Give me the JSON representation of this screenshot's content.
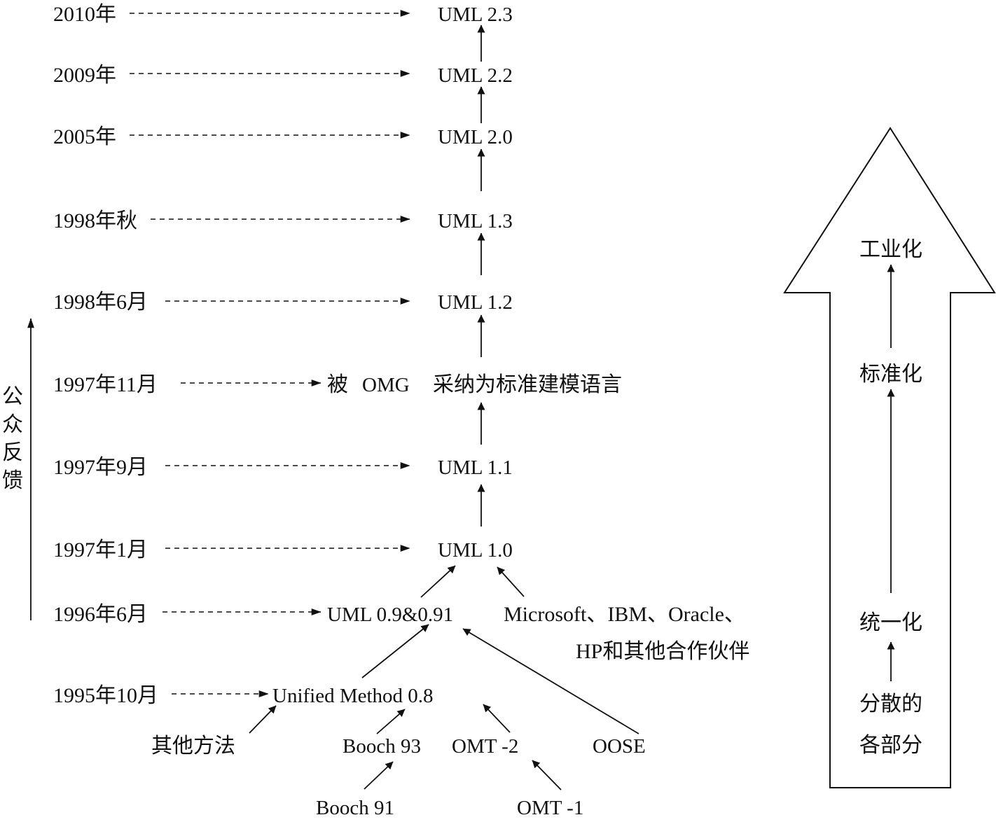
{
  "timeline_years": [
    "2010年",
    "2009年",
    "2005年",
    "1998年秋",
    "1998年6月",
    "1997年11月",
    "1997年9月",
    "1997年1月",
    "1996年6月",
    "1995年10月"
  ],
  "versions": [
    "UML 2.3",
    "UML 2.2",
    "UML 2.0",
    "UML 1.3",
    "UML 1.2",
    "UML 1.1",
    "UML 1.0",
    "UML 0.9&0.91",
    "Unified Method 0.8"
  ],
  "omg_adoption": {
    "prefix": "被",
    "org": "OMG",
    "suffix": "采纳为标准建模语言"
  },
  "partners": {
    "line1": "Microsoft、IBM、Oracle、",
    "line2": "HP和其他合作伙伴"
  },
  "sources": [
    "其他方法",
    "Booch 93",
    "OMT -2",
    "OOSE",
    "Booch 91",
    "OMT -1"
  ],
  "feedback_label": [
    "公",
    "众",
    "反",
    "馈"
  ],
  "stages": {
    "dispersed_line1": "分散的",
    "dispersed_line2": "各部分",
    "unified": "统一化",
    "standardized": "标准化",
    "industrialized": "工业化"
  }
}
